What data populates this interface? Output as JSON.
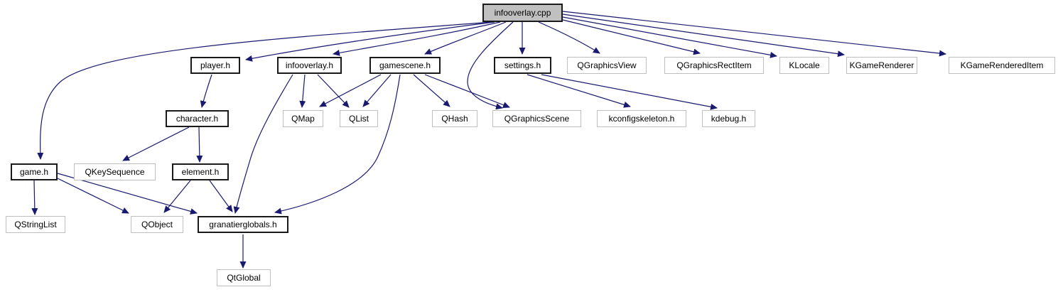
{
  "diagram": {
    "type": "include-dependency-graph",
    "root": "infooverlay.cpp",
    "edge_color": "#191970",
    "current_node_fill": "#c0c0c0",
    "internal_border_color": "#1a1a1a",
    "external_border_color": "#bfbfbf",
    "edges": [
      {
        "from": "infooverlay.cpp",
        "to": "game.h"
      },
      {
        "from": "infooverlay.cpp",
        "to": "player.h"
      },
      {
        "from": "infooverlay.cpp",
        "to": "infooverlay.h"
      },
      {
        "from": "infooverlay.cpp",
        "to": "gamescene.h"
      },
      {
        "from": "infooverlay.cpp",
        "to": "settings.h"
      },
      {
        "from": "infooverlay.cpp",
        "to": "QGraphicsScene"
      },
      {
        "from": "infooverlay.cpp",
        "to": "QGraphicsView"
      },
      {
        "from": "infooverlay.cpp",
        "to": "QGraphicsRectItem"
      },
      {
        "from": "infooverlay.cpp",
        "to": "KLocale"
      },
      {
        "from": "infooverlay.cpp",
        "to": "KGameRenderer"
      },
      {
        "from": "infooverlay.cpp",
        "to": "KGameRenderedItem"
      },
      {
        "from": "player.h",
        "to": "character.h"
      },
      {
        "from": "infooverlay.h",
        "to": "QMap"
      },
      {
        "from": "infooverlay.h",
        "to": "QList"
      },
      {
        "from": "infooverlay.h",
        "to": "granatierglobals.h"
      },
      {
        "from": "gamescene.h",
        "to": "QMap"
      },
      {
        "from": "gamescene.h",
        "to": "QList"
      },
      {
        "from": "gamescene.h",
        "to": "QHash"
      },
      {
        "from": "gamescene.h",
        "to": "QGraphicsScene"
      },
      {
        "from": "gamescene.h",
        "to": "granatierglobals.h"
      },
      {
        "from": "settings.h",
        "to": "kconfigskeleton.h"
      },
      {
        "from": "settings.h",
        "to": "kdebug.h"
      },
      {
        "from": "character.h",
        "to": "QKeySequence"
      },
      {
        "from": "character.h",
        "to": "element.h"
      },
      {
        "from": "game.h",
        "to": "QStringList"
      },
      {
        "from": "game.h",
        "to": "QObject"
      },
      {
        "from": "game.h",
        "to": "granatierglobals.h"
      },
      {
        "from": "element.h",
        "to": "QObject"
      },
      {
        "from": "element.h",
        "to": "granatierglobals.h"
      },
      {
        "from": "granatierglobals.h",
        "to": "QtGlobal"
      }
    ]
  },
  "nodes": [
    {
      "label": "infooverlay.cpp",
      "kind": "current"
    },
    {
      "label": "player.h",
      "kind": "internal"
    },
    {
      "label": "infooverlay.h",
      "kind": "internal"
    },
    {
      "label": "gamescene.h",
      "kind": "internal"
    },
    {
      "label": "settings.h",
      "kind": "internal"
    },
    {
      "label": "QGraphicsView",
      "kind": "external"
    },
    {
      "label": "QGraphicsRectItem",
      "kind": "external"
    },
    {
      "label": "KLocale",
      "kind": "external"
    },
    {
      "label": "KGameRenderer",
      "kind": "external"
    },
    {
      "label": "KGameRenderedItem",
      "kind": "external"
    },
    {
      "label": "character.h",
      "kind": "internal"
    },
    {
      "label": "QMap",
      "kind": "external"
    },
    {
      "label": "QList",
      "kind": "external"
    },
    {
      "label": "QHash",
      "kind": "external"
    },
    {
      "label": "QGraphicsScene",
      "kind": "external"
    },
    {
      "label": "kconfigskeleton.h",
      "kind": "external"
    },
    {
      "label": "kdebug.h",
      "kind": "external"
    },
    {
      "label": "game.h",
      "kind": "internal"
    },
    {
      "label": "QKeySequence",
      "kind": "external"
    },
    {
      "label": "element.h",
      "kind": "internal"
    },
    {
      "label": "QStringList",
      "kind": "external"
    },
    {
      "label": "QObject",
      "kind": "external"
    },
    {
      "label": "granatierglobals.h",
      "kind": "internal"
    },
    {
      "label": "QtGlobal",
      "kind": "external"
    }
  ]
}
